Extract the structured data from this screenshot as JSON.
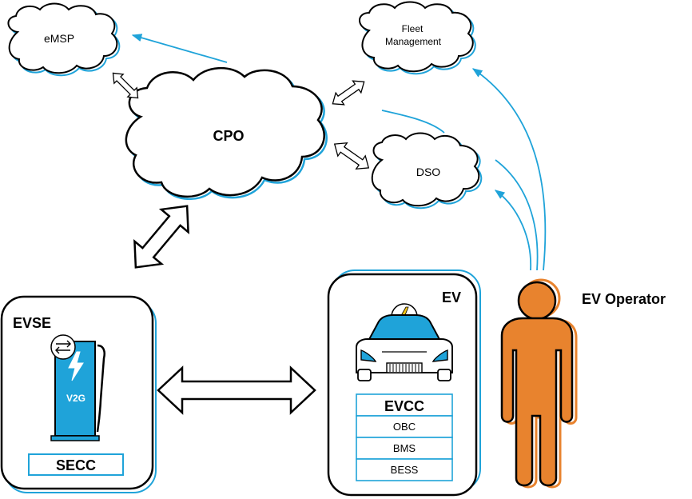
{
  "clouds": {
    "emsp": "eMSP",
    "cpo": "CPO",
    "fleet_line1": "Fleet",
    "fleet_line2": "Management",
    "dso": "DSO"
  },
  "evse": {
    "title": "EVSE",
    "charger_label": "V2G",
    "secc": "SECC"
  },
  "ev": {
    "title": "EV",
    "evcc": "EVCC",
    "components": [
      "OBC",
      "BMS",
      "BESS"
    ]
  },
  "operator": {
    "label": "EV Operator"
  },
  "colors": {
    "accent_blue": "#1fa3d9",
    "person_orange": "#e8832e",
    "outline": "#000000"
  }
}
